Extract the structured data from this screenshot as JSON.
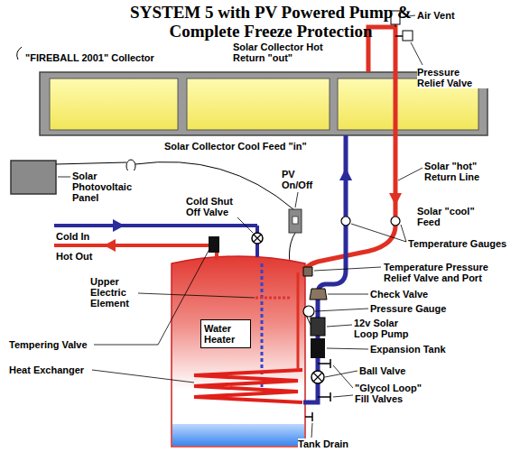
{
  "diagram": {
    "title": "SYSTEM 5 with PV Powered Pump & Complete Freeze Protection",
    "nodes": [
      {
        "text": [
          "Water Heater"
        ]
      }
    ],
    "labels": [
      "\"FIREBALL 2001\" Collector",
      "Solar Collector Hot Return \"out\"",
      "Air Vent",
      "Pressure Relief Valve",
      "Solar Collector Cool Feed \"in\"",
      "Solar \"hot\" Return Line",
      "Solar Photovoltaic Panel",
      "PV On/Off",
      "Cold Shut Off Valve",
      "Solar \"cool\" Feed",
      "Cold In",
      "Hot Out",
      "Temperature Gauges",
      "Upper Electric Element",
      "Temperature Pressure Relief Valve and Port",
      "Check Valve",
      "Pressure Gauge",
      "12v Solar Loop Pump",
      "Tempering Valve",
      "Expansion Tank",
      "Ball Valve",
      "Heat Exchanger",
      "\"Glycol Loop\" Fill Valves",
      "Tank Drain"
    ]
  }
}
